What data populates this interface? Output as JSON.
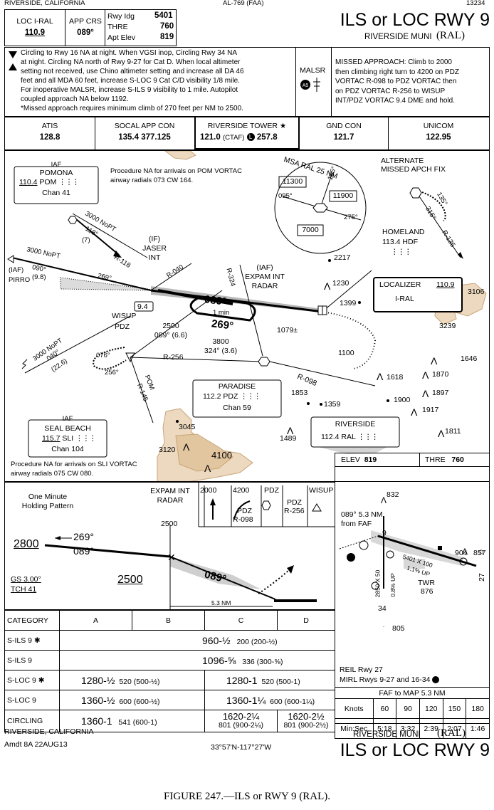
{
  "header": {
    "left": "RIVERSIDE, CALIFORNIA",
    "center": "AL-769 (FAA)",
    "right": "13234",
    "title": "ILS or LOC RWY 9",
    "airport": "RIVERSIDE MUNI",
    "airport_id": "(RAL)"
  },
  "info": {
    "loc_label": "LOC  I-RAL",
    "loc_freq": "110.9",
    "app_crs_label": "APP CRS",
    "app_crs": "089°",
    "rwy_ldg_label": "Rwy Idg",
    "rwy_ldg": "5401",
    "thre_label": "THRE",
    "thre": "760",
    "apt_elev_label": "Apt Elev",
    "apt_elev": "819"
  },
  "notes": {
    "lines": [
      "Circling to Rwy 16 NA at night.  When VGSI inop, Circling Rwy 34 NA",
      "at night.  Circling NA north of Rwy 9-27 for Cat D.  When local altimeter",
      "setting not received, use Chino altimeter setting and increase all DA 46",
      "feet and all MDA 60 feet, increase S-LOC 9 Cat C/D visibility 1/8 mile.",
      "For inoperative MALSR, increase S-ILS 9 visibility to 1 mile.  Autopilot",
      "coupled approach NA below 1192.",
      "*Missed approach requires minimum climb of 270 feet per NM to 2500."
    ],
    "malsr": "MALSR",
    "missed_approach": [
      "MISSED APPROACH: Climb to 2000",
      "then climbing right turn to 4200 on PDZ",
      "VORTAC R-098 to PDZ VORTAC then",
      "on PDZ VORTAC R-256 to WISUP",
      "INT/PDZ VORTAC 9.4 DME and hold."
    ]
  },
  "comms": {
    "atis_label": "ATIS",
    "atis": "128.8",
    "socal_label": "SOCAL APP CON",
    "socal": "135.4  377.125",
    "tower_label": "RIVERSIDE TOWER ★",
    "tower_a": "121.0",
    "tower_ctaf": "(CTAF)",
    "tower_l": "L",
    "tower_b": "257.8",
    "gnd_label": "GND CON",
    "gnd": "121.7",
    "unicom_label": "UNICOM",
    "unicom": "122.95"
  },
  "plan": {
    "iaf_pomona_title": "IAF",
    "iaf_pomona_name": "POMONA",
    "iaf_pomona_freq": "110.4",
    "iaf_pomona_id": "POM",
    "iaf_pomona_chan": "Chan 41",
    "proc_na_pom": [
      "Procedure NA for arrivals on POM VORTAC",
      "airway radials 073 CW 164."
    ],
    "msa_title": "MSA RAL 25 NM",
    "msa_11300": "11300",
    "msa_11900": "11900",
    "msa_7000": "7000",
    "msa_095": "095°",
    "msa_185": "185°",
    "msa_275": "275°",
    "alt_missed": [
      "ALTERNATE",
      "MISSED APCH FIX"
    ],
    "homeland": "HOMELAND",
    "homeland_freq": "113.4 HDF",
    "alt_r135": "R-135",
    "alt_135": "135°",
    "alt_315": "315°",
    "pom_nopt": "3000 NoPT",
    "pom_118": "118°",
    "pom_7": "(7)",
    "pirro_nopt": "3000 NoPT",
    "pirro_iaf": "(IAF)",
    "pirro": "PIRRO",
    "pirro_090": "090°",
    "pirro_98": "(9.8)",
    "pirro_269": "269°",
    "r118": "R-118",
    "if_label": "(IF)",
    "jaser": "JASER",
    "jaser_int": "INT",
    "r040": "R-040",
    "r324": "R-324",
    "expam_iaf": "(IAF)",
    "expam": "EXPAM INT",
    "expam_radar": "RADAR",
    "obst_2217": "2217",
    "obst_1230": "1230",
    "obst_1399": "1399",
    "loc_title": "LOCALIZER",
    "loc_freq": "110.9",
    "loc_id": "I-RAL",
    "obst_3106": "3106",
    "obst_3239": "3239",
    "course_089": "089°",
    "one_min": "1 min",
    "course_269": "269°",
    "obst_1079": "1079±",
    "wisup": "WISUP",
    "wisup_pdz": "PDZ",
    "wisup_dme": "9.4",
    "alt_2500": "2500",
    "alt_2500_crs": "089° (6.6)",
    "alt_3800": "3800",
    "alt_3800_crs": "324° (3.6)",
    "r256": "R-256",
    "c076": "076°",
    "c256": "256°",
    "obst_1100": "1100",
    "r098": "R-098",
    "obst_1646": "1646",
    "obst_1618": "1618",
    "obst_1870": "1870",
    "sb_nopt": "3000 NoPT",
    "sb_040": "040°",
    "sb_226": "(22.6)",
    "pdz_pom": "POM",
    "pdz_r145": "R-145",
    "paradise": "PARADISE",
    "paradise_freq": "112.2 PDZ",
    "paradise_chan": "Chan 59",
    "obst_1853": "1853",
    "obst_1359": "1359",
    "obst_1900": "1900",
    "obst_1897": "1897",
    "obst_1917": "1917",
    "riverside": "RIVERSIDE",
    "riverside_freq": "112.4 RAL",
    "obst_1811": "1811",
    "obst_1489": "1489",
    "obst_3045": "3045",
    "obst_3120": "3120",
    "obst_4100": "4100",
    "seal_iaf": "IAF",
    "seal": "SEAL BEACH",
    "seal_freq": "115.7",
    "seal_id": "SLI",
    "seal_chan": "Chan 104",
    "proc_na_sli": [
      "Procedure NA for arrivals on SLI VORTAC",
      "airway radials 075 CW 080."
    ]
  },
  "airport": {
    "elev_label": "ELEV",
    "elev": "819",
    "thre_label": "THRE",
    "thre": "760",
    "obst_832": "832",
    "faf_note": [
      "089° 5.3 NM",
      "from FAF"
    ],
    "obst_904": "904",
    "obst_857": "857",
    "rwy_9": "9",
    "rwy_27": "27",
    "rwy_34": "34",
    "dims": "5401 X 100",
    "grad": "1.1% UP",
    "rwy16_dims": "2850 X 50",
    "rwy16_grad": "0.8% UP",
    "twr": "TWR",
    "twr_elev": "876",
    "obst_805": "805",
    "reil": "REIL Rwy 27",
    "mirl": "MIRL Rwys 9-27 and 16-34"
  },
  "profile": {
    "holding_title": [
      "One Minute",
      "Holding Pattern"
    ],
    "expam_title": [
      "EXPAM INT",
      "RADAR"
    ],
    "alt_2500_top": "2500",
    "hold_269": "269°",
    "hold_089": "089°",
    "hold_2800": "2800",
    "gs": "GS 3.00°",
    "tch": "TCH 41",
    "p_2500": "2500",
    "p_089": "089°",
    "p_53": "5.3 NM",
    "ma_2000": "2000",
    "ma_4200": "4200",
    "ma_pdz_title": "PDZ",
    "ma_pdz_a": "PDZ",
    "ma_pdz_b": "R-098",
    "ma_pdz2_a": "PDZ",
    "ma_pdz2_b": "R-256",
    "ma_wisup": "WISUP"
  },
  "minima": {
    "headers": [
      "CATEGORY",
      "A",
      "B",
      "C",
      "D"
    ],
    "rows": [
      {
        "cat": "S-ILS 9 ✱",
        "a": "960-½",
        "b": "200 (200-½)"
      },
      {
        "cat": "S-ILS 9",
        "a": "1096-⅝",
        "b": "336 (300-⅝)"
      },
      {
        "cat": "S-LOC 9 ✱",
        "ab": "1280-½",
        "ab_h": "520 (500-½)",
        "cd": "1280-1",
        "cd_h": "520 (500-1)"
      },
      {
        "cat": "S-LOC 9",
        "ab": "1360-½",
        "ab_h": "600 (600-½)",
        "cd": "1360-1¼",
        "cd_h": "600 (600-1¼)"
      },
      {
        "cat": "CIRCLING",
        "ab": "1360-1",
        "ab_h": "541 (600-1)",
        "c": "1620-2¼",
        "c_h": "801 (900-2¼)",
        "d": "1620-2½",
        "d_h": "801 (900-2½)"
      }
    ],
    "faf_map": "FAF to MAP  5.3 NM",
    "knots": [
      "Knots",
      "60",
      "90",
      "120",
      "150",
      "180"
    ],
    "minsec": [
      "Min:Sec",
      "5:18",
      "3:32",
      "2:39",
      "2:07",
      "1:46"
    ]
  },
  "footer": {
    "left_a": "RIVERSIDE, CALIFORNIA",
    "left_b": "Amdt 8A  22AUG13",
    "center": "33°57'N-117°27'W",
    "right_airport": "RIVERSIDE MUNI",
    "right_id": "(RAL)",
    "right_title": "ILS or LOC RWY 9",
    "caption": "FIGURE 247.—ILS or RWY 9 (RAL)."
  }
}
